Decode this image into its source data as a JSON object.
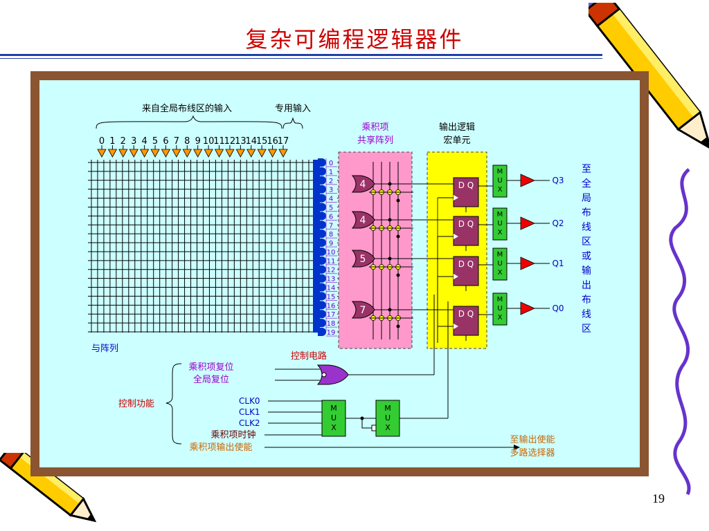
{
  "slide": {
    "title": "复杂可编程逻辑器件",
    "page_number": "19"
  },
  "diagram": {
    "global_inputs_label": "来自全局布线区的输入",
    "dedicated_inputs_label": "专用输入",
    "input_numbers": [
      "0",
      "1",
      "2",
      "3",
      "4",
      "5",
      "6",
      "7",
      "8",
      "9",
      "10",
      "11",
      "12",
      "13",
      "14",
      "15",
      "16",
      "17"
    ],
    "and_array_label": "与阵列",
    "product_term_numbers": [
      "0",
      "1",
      "2",
      "3",
      "4",
      "5",
      "6",
      "7",
      "8",
      "9",
      "10",
      "11",
      "12",
      "13",
      "14",
      "15",
      "16",
      "17",
      "18",
      "19"
    ],
    "sharing_array_label_line1": "乘积项",
    "sharing_array_label_line2": "共享阵列",
    "macrocell_label_line1": "输出逻辑",
    "macrocell_label_line2": "宏单元",
    "or_gate_counts": [
      "4",
      "4",
      "5",
      "7"
    ],
    "flipflop_label": "D Q",
    "mux_label": "MUX",
    "outputs": [
      "Q3",
      "Q2",
      "Q1",
      "Q0"
    ],
    "to_global_routing_label": "至全局布线区或输出布线区",
    "control_circuit_label": "控制电路",
    "control_function_label": "控制功能",
    "product_term_reset_label": "乘积项复位",
    "global_reset_label": "全局复位",
    "clock_inputs": [
      "CLK0",
      "CLK1",
      "CLK2"
    ],
    "product_term_clock_label": "乘积项时钟",
    "product_term_oe_label": "乘积项输出使能",
    "to_output_enable_mux_line1": "至输出使能",
    "to_output_enable_mux_line2": "多路选择器"
  },
  "colors": {
    "title": "#cc0000",
    "panel_background": "#ccffff",
    "frame": "#8a5530",
    "sharing_array_fill": "#ff99cc",
    "macrocell_fill": "#ffff00",
    "flipflop_fill": "#993366",
    "mux_fill": "#33cc33",
    "or_gate_fill": "#993366",
    "input_buffer_fill": "#ff9900",
    "output_buffer_fill": "#ee0000",
    "control_gate_fill": "#9933cc",
    "and_bus_fill": "#0033cc",
    "label_blue": "#0000cc",
    "label_purple": "#9900cc",
    "label_red": "#cc0000",
    "label_orange": "#ff6600"
  },
  "decorations": [
    "pencil-icon-top-right",
    "pencil-icon-bottom-left"
  ]
}
